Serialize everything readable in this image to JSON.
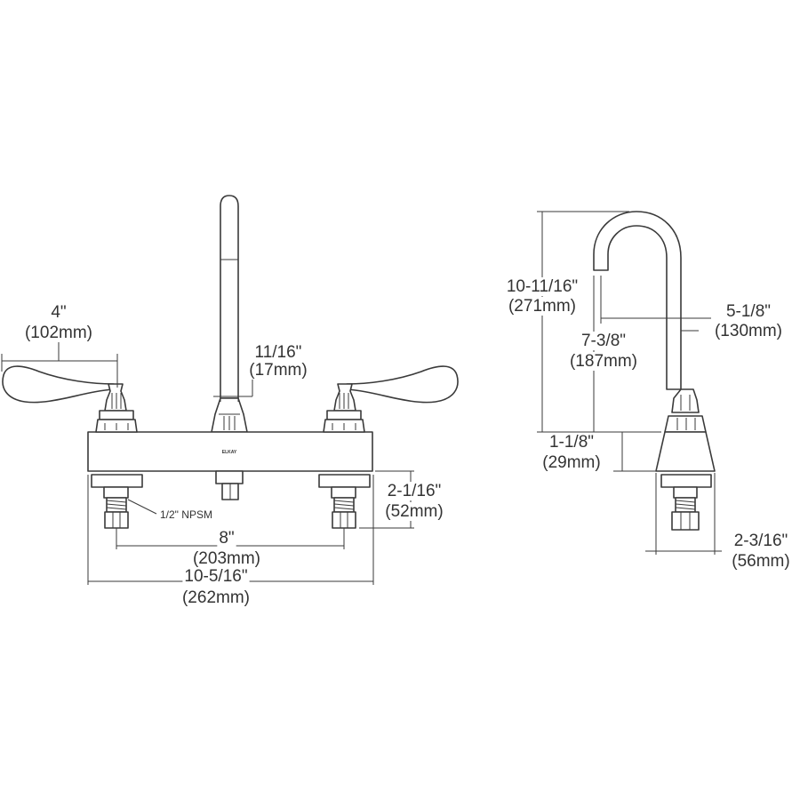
{
  "front_view": {
    "handle_length": {
      "in": "4\"",
      "mm": "(102mm)"
    },
    "spout_width": {
      "in": "11/16\"",
      "mm": "(17mm)"
    },
    "shank_height": {
      "in": "2-1/16\"",
      "mm": "(52mm)"
    },
    "connection_label": "1/2\" NPSM",
    "center_spacing": {
      "in": "8\"",
      "mm": "(203mm)"
    },
    "overall_width": {
      "in": "10-5/16\"",
      "mm": "(262mm)"
    },
    "brand_mark": "ELKAY"
  },
  "side_view": {
    "overall_height": {
      "in": "10-11/16\"",
      "mm": "(271mm)"
    },
    "spout_reach": {
      "in": "5-1/8\"",
      "mm": "(130mm)"
    },
    "spout_clearance": {
      "in": "7-3/8\"",
      "mm": "(187mm)"
    },
    "base_height": {
      "in": "1-1/8\"",
      "mm": "(29mm)"
    },
    "base_depth": {
      "in": "2-3/16\"",
      "mm": "(56mm)"
    }
  }
}
